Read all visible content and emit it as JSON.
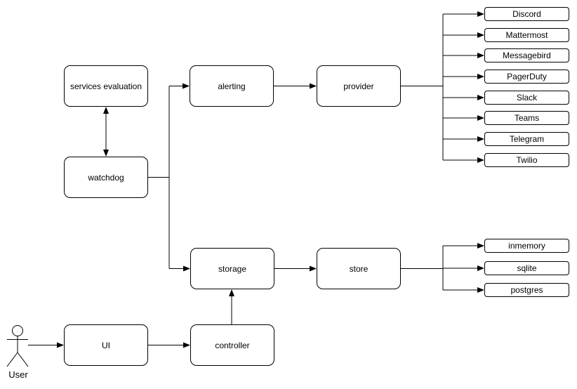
{
  "diagram": {
    "actor": {
      "label": "User"
    },
    "nodes": {
      "services_evaluation": {
        "label": "services evaluation"
      },
      "watchdog": {
        "label": "watchdog"
      },
      "alerting": {
        "label": "alerting"
      },
      "provider": {
        "label": "provider"
      },
      "storage": {
        "label": "storage"
      },
      "store": {
        "label": "store"
      },
      "ui": {
        "label": "UI"
      },
      "controller": {
        "label": "controller"
      }
    },
    "provider_targets": [
      "Discord",
      "Mattermost",
      "Messagebird",
      "PagerDuty",
      "Slack",
      "Teams",
      "Telegram",
      "Twilio"
    ],
    "store_targets": [
      "inmemory",
      "sqlite",
      "postgres"
    ],
    "edges": [
      {
        "from": "services evaluation",
        "to": "watchdog",
        "direction": "bidirectional"
      },
      {
        "from": "watchdog",
        "to": "alerting",
        "direction": "forward"
      },
      {
        "from": "watchdog",
        "to": "storage",
        "direction": "forward"
      },
      {
        "from": "alerting",
        "to": "provider",
        "direction": "forward"
      },
      {
        "from": "provider",
        "to": "Discord",
        "direction": "forward"
      },
      {
        "from": "provider",
        "to": "Mattermost",
        "direction": "forward"
      },
      {
        "from": "provider",
        "to": "Messagebird",
        "direction": "forward"
      },
      {
        "from": "provider",
        "to": "PagerDuty",
        "direction": "forward"
      },
      {
        "from": "provider",
        "to": "Slack",
        "direction": "forward"
      },
      {
        "from": "provider",
        "to": "Teams",
        "direction": "forward"
      },
      {
        "from": "provider",
        "to": "Telegram",
        "direction": "forward"
      },
      {
        "from": "provider",
        "to": "Twilio",
        "direction": "forward"
      },
      {
        "from": "storage",
        "to": "store",
        "direction": "forward"
      },
      {
        "from": "store",
        "to": "inmemory",
        "direction": "forward"
      },
      {
        "from": "store",
        "to": "sqlite",
        "direction": "forward"
      },
      {
        "from": "store",
        "to": "postgres",
        "direction": "forward"
      },
      {
        "from": "User",
        "to": "UI",
        "direction": "forward"
      },
      {
        "from": "UI",
        "to": "controller",
        "direction": "forward"
      },
      {
        "from": "controller",
        "to": "storage",
        "direction": "forward"
      }
    ],
    "colors": {
      "line": "#000000",
      "node_fill": "#ffffff",
      "node_border": "#000000",
      "background": "#ffffff"
    }
  }
}
